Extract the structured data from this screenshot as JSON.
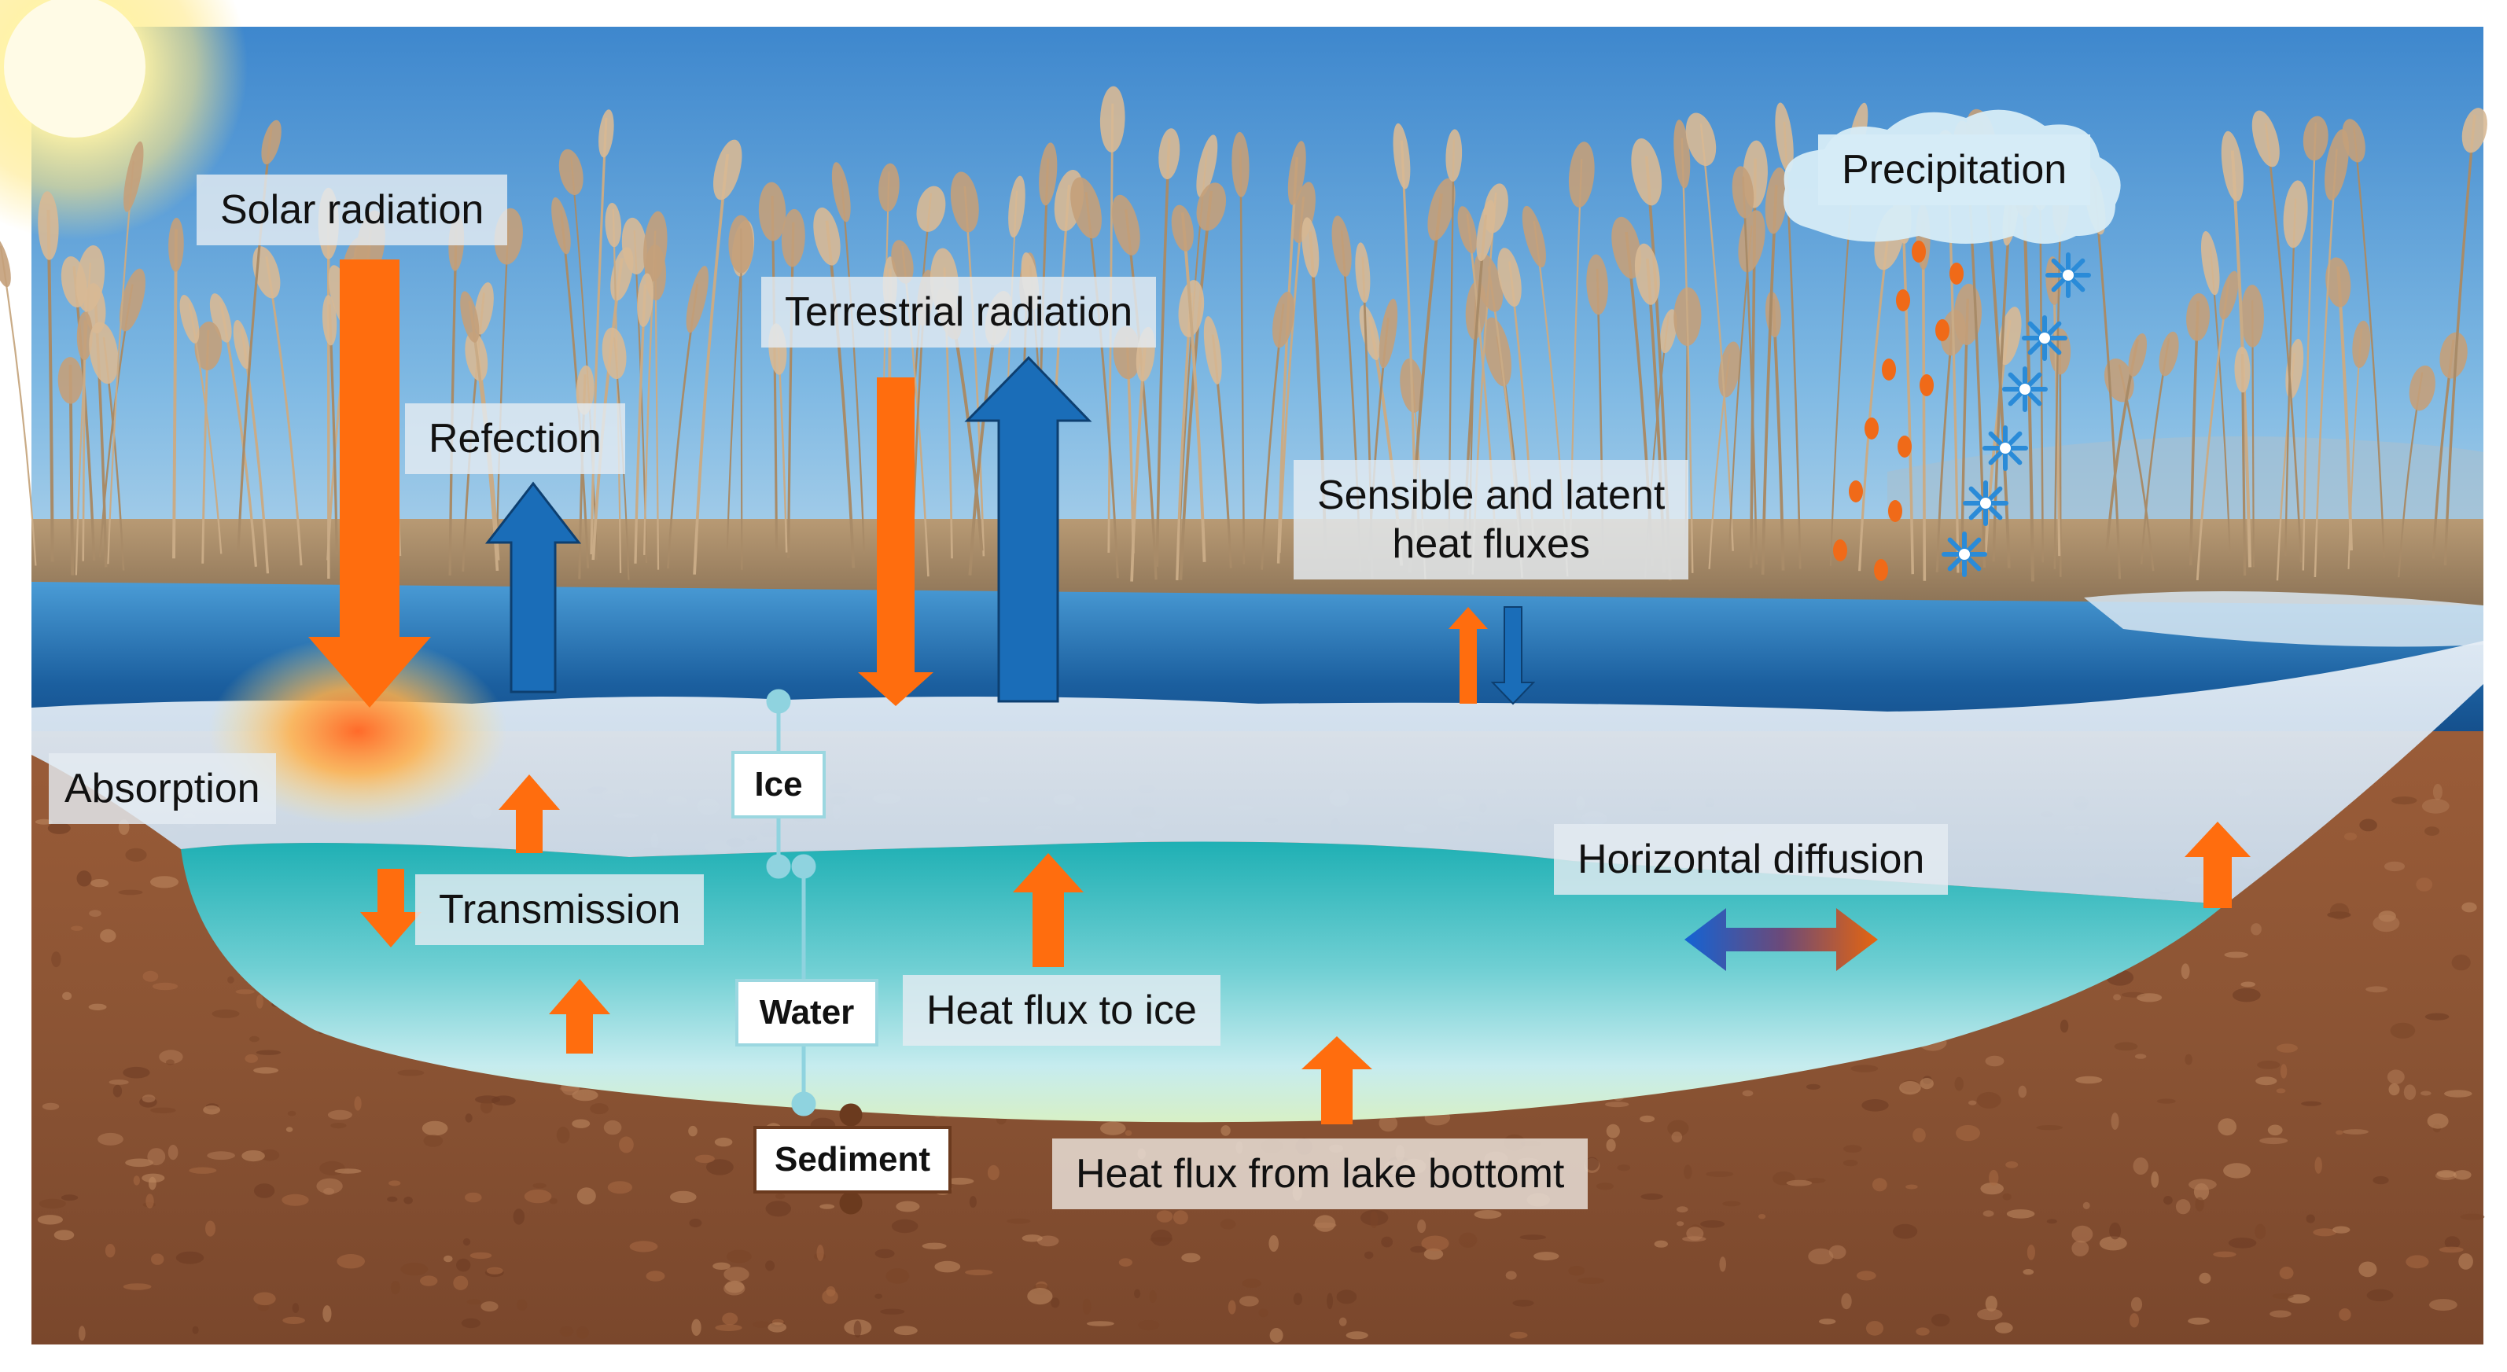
{
  "labels": {
    "solar_radiation": "Solar radiation",
    "refection": "Refection",
    "terrestrial_radiation": "Terrestrial radiation",
    "sensible_latent_line1": "Sensible and latent",
    "sensible_latent_line2": "heat fluxes",
    "precipitation": "Precipitation",
    "absorption": "Absorption",
    "transmission": "Transmission",
    "horizontal_diffusion": "Horizontal diffusion",
    "heat_flux_to_ice": "Heat flux to ice",
    "heat_flux_from_bottom": "Heat flux from lake bottomt"
  },
  "layers": {
    "ice": "Ice",
    "water": "Water",
    "sediment": "Sediment"
  },
  "colors": {
    "arrow_orange": "#ff6d0e",
    "arrow_blue": "#1a6db8",
    "sky_top": "#3e8ad0",
    "ice": "#d6e4f0",
    "water": "#4fc2c5",
    "soil": "#8e5535",
    "layer_border": "#9bd7e0",
    "layer_line": "#8fd3df"
  },
  "icons": [
    "sun-icon",
    "snowflake-icon",
    "raindrop-icon",
    "cloud-icon"
  ]
}
